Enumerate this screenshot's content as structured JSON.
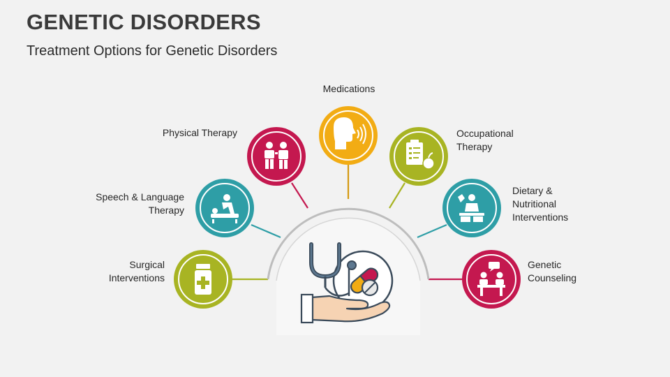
{
  "header": {
    "title": "GENETIC DISORDERS",
    "subtitle": "Treatment Options for Genetic Disorders"
  },
  "options": [
    {
      "label": "Surgical Interventions",
      "icon": "medicine-bottle-icon",
      "color": "#a8b423"
    },
    {
      "label": "Speech & Language Therapy",
      "icon": "massage-therapy-icon",
      "color": "#2e9ea6"
    },
    {
      "label": "Physical Therapy",
      "icon": "therapist-patient-icon",
      "color": "#c4184f"
    },
    {
      "label": "Medications",
      "icon": "speaking-head-icon",
      "color": "#f2ac14"
    },
    {
      "label": "Occupational Therapy",
      "icon": "clipboard-apple-icon",
      "color": "#a8b423"
    },
    {
      "label": "Dietary & Nutritional Interventions",
      "icon": "doctor-consultation-icon",
      "color": "#2e9ea6"
    },
    {
      "label": "Genetic Counseling",
      "icon": "counseling-desk-icon",
      "color": "#c4184f"
    }
  ],
  "center": {
    "icon": "hand-stethoscope-pills-icon"
  }
}
